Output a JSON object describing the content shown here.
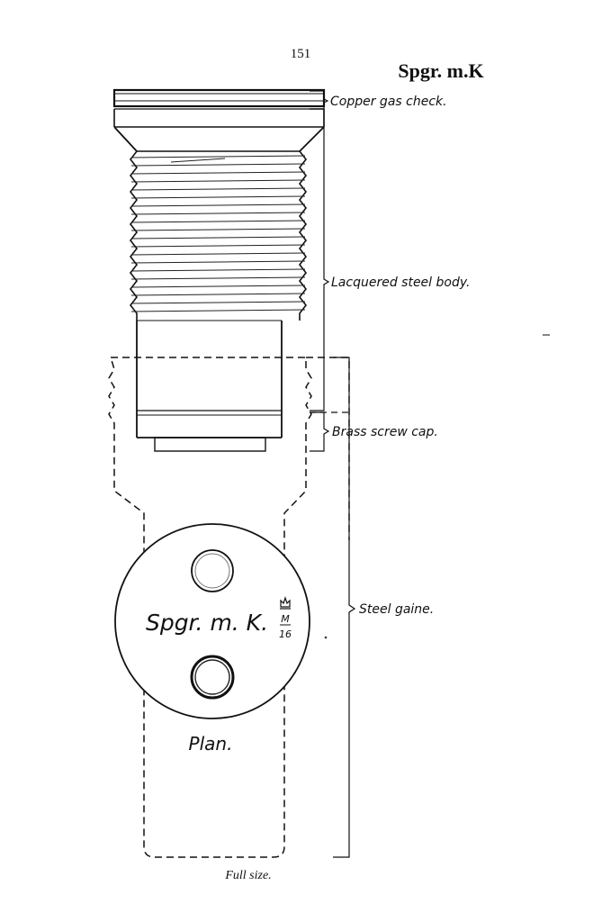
{
  "page_number": "151",
  "header_title": "Spgr. m.K",
  "labels": {
    "gas_check": "Copper gas check.",
    "body": "Lacquered steel body.",
    "screw_cap": "Brass screw cap.",
    "gaine": "Steel gaine."
  },
  "plan": {
    "marking": "Spgr. m. K.",
    "stamp_letter": "M",
    "stamp_number": "16",
    "caption": "Plan."
  },
  "scale_note": "Full size.",
  "colors": {
    "ink": "#111111",
    "paper": "#ffffff"
  }
}
